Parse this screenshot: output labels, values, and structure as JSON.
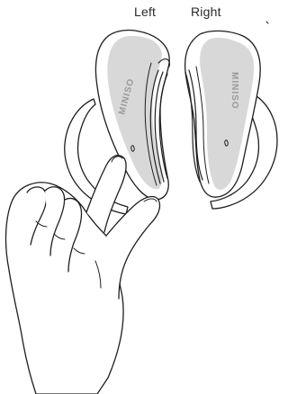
{
  "labels": {
    "left": "Left",
    "right": "Right"
  },
  "brand": {
    "left": "MINISO",
    "right": "MINISO"
  },
  "colors": {
    "stroke": "#1e1e1e",
    "fill": "#d8d8d8",
    "background": "#ffffff"
  },
  "icons": [
    "left-earbud",
    "right-earbud",
    "hand-illustration"
  ]
}
